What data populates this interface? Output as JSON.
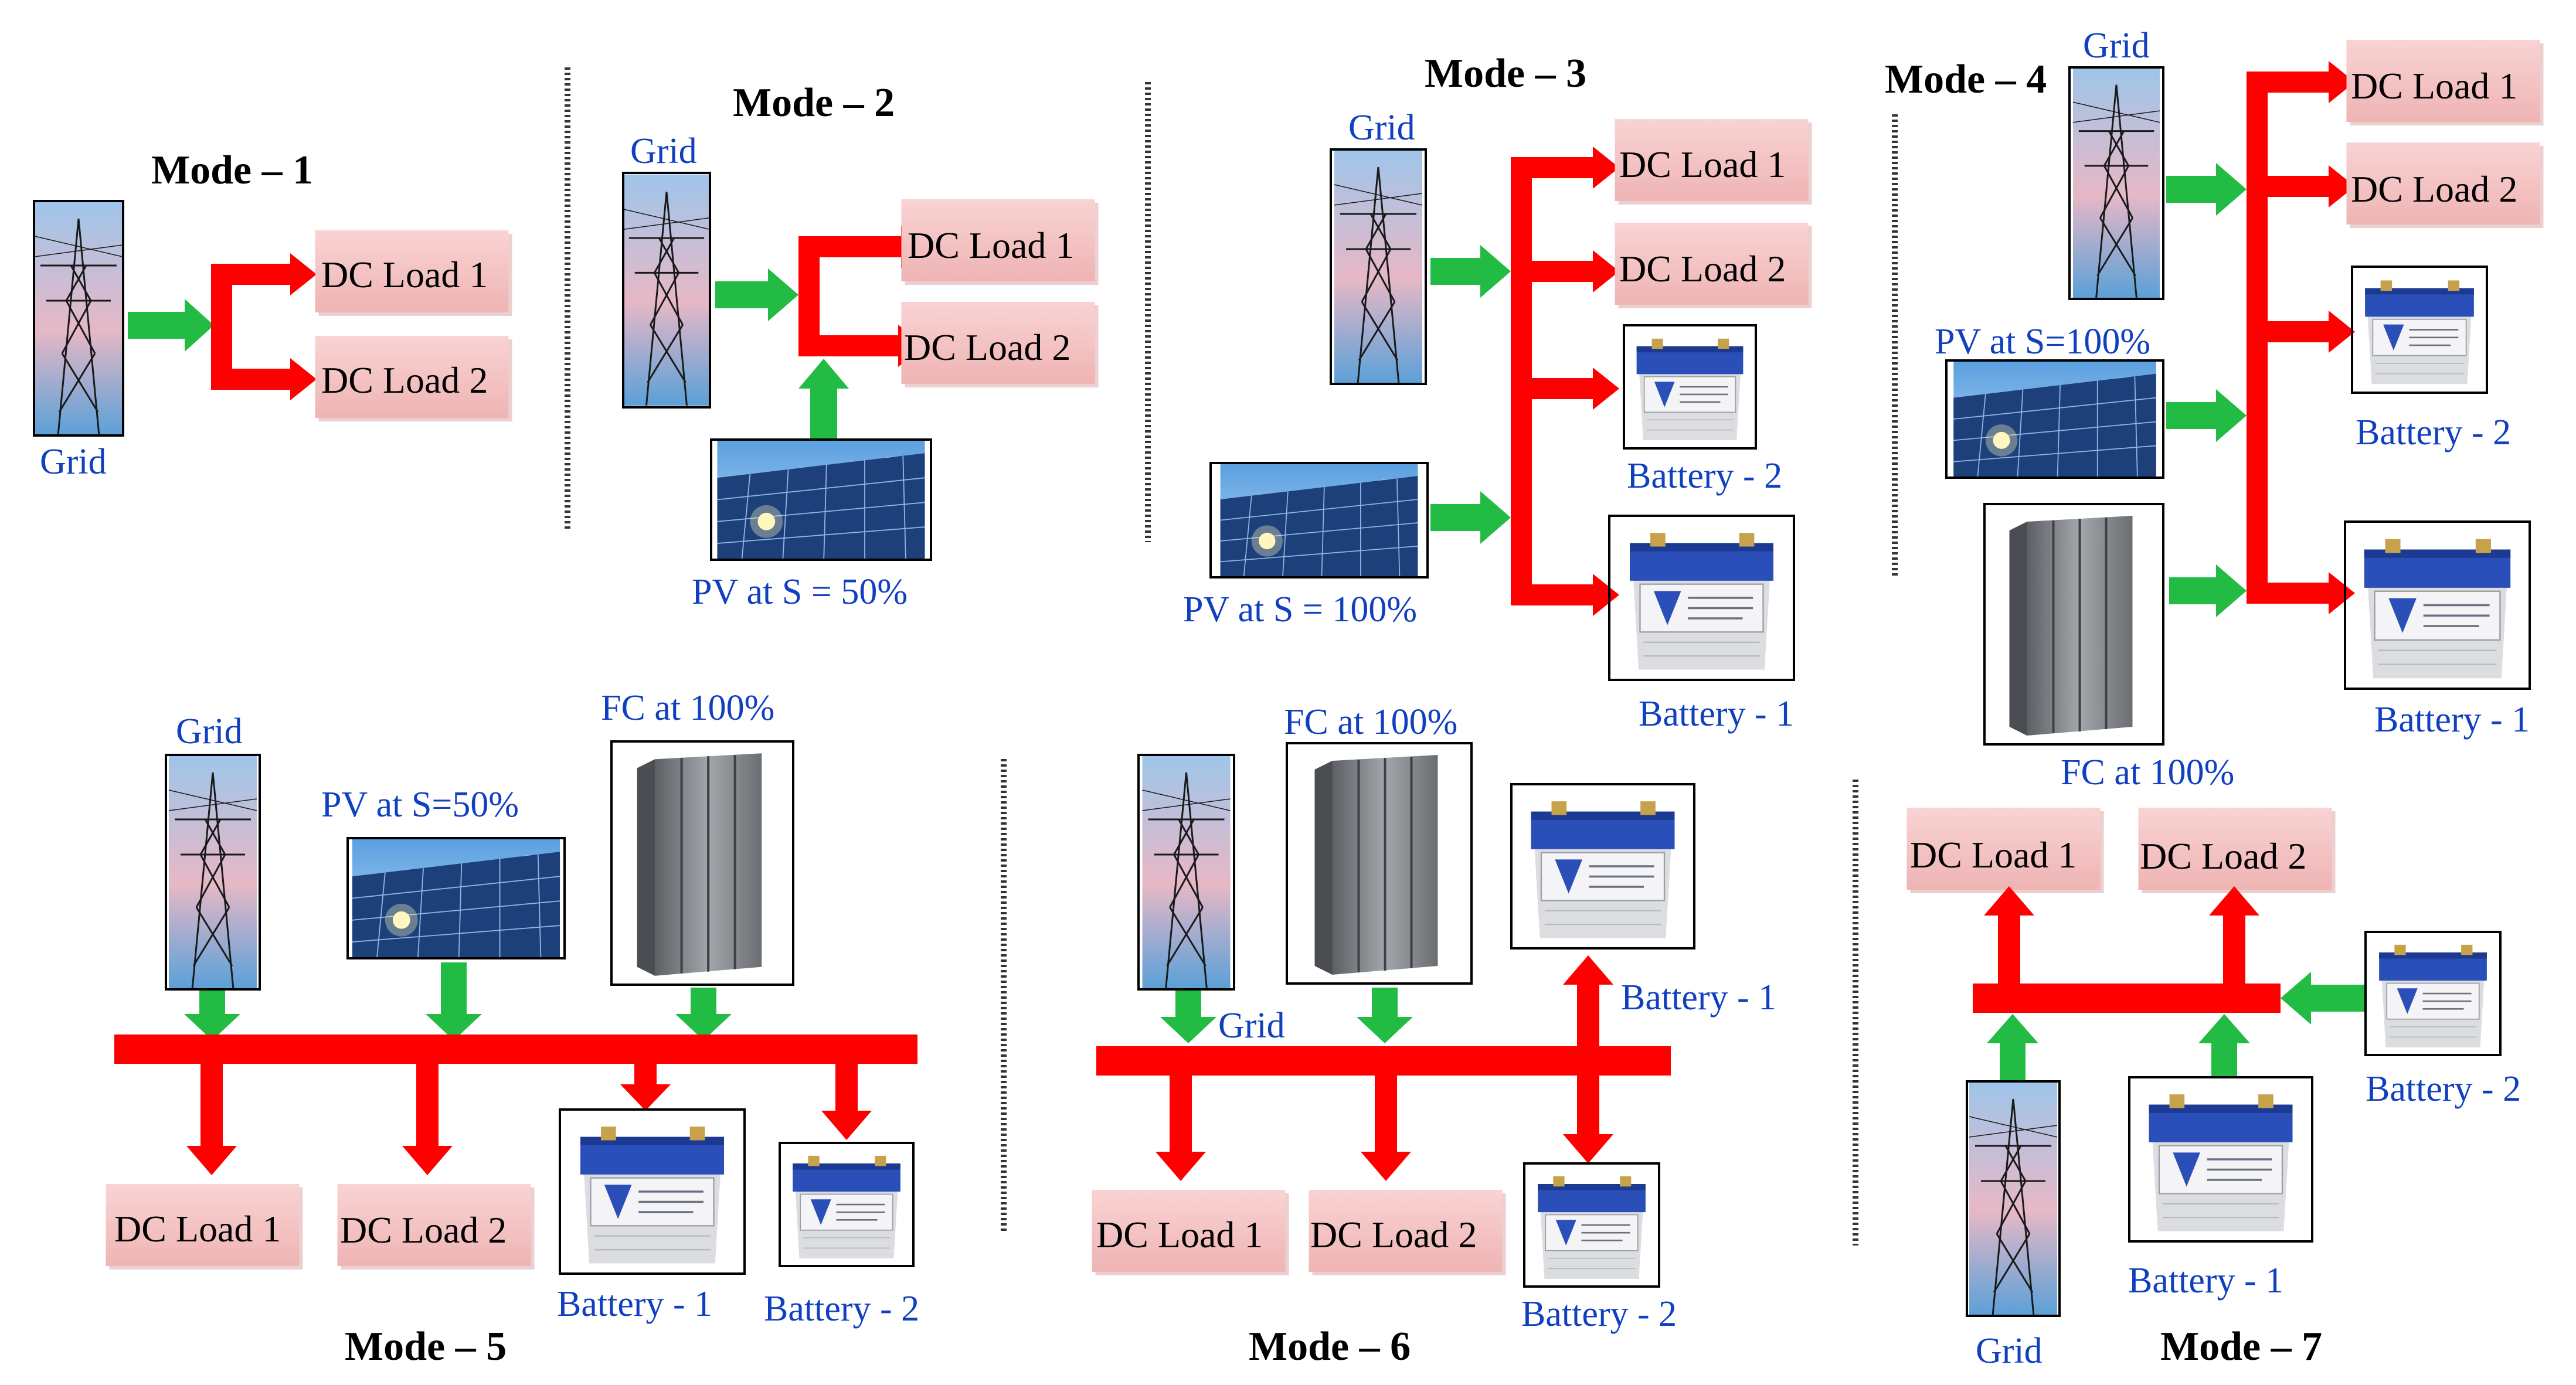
{
  "labels": {
    "grid": "Grid",
    "dc_load_1": "DC Load 1",
    "dc_load_2": "DC Load 2",
    "battery_1": "Battery - 1",
    "battery_2": "Battery - 2",
    "pv_50_m2": "PV at S = 50%",
    "pv_100_m3": "PV at S = 100%",
    "pv_100_m4": "PV at S=100%",
    "pv_50_m5": "PV at S=50%",
    "fc_100": "FC at 100%"
  },
  "modes": {
    "m1": "Mode – 1",
    "m2": "Mode – 2",
    "m3": "Mode – 3",
    "m4": "Mode – 4",
    "m5": "Mode – 5",
    "m6": "Mode – 6",
    "m7": "Mode – 7"
  },
  "colors": {
    "power_bus": "#ff0000",
    "supply_arrow": "#22bb44",
    "load_box": "#f6c6c6",
    "label_text": "#1040c0"
  }
}
